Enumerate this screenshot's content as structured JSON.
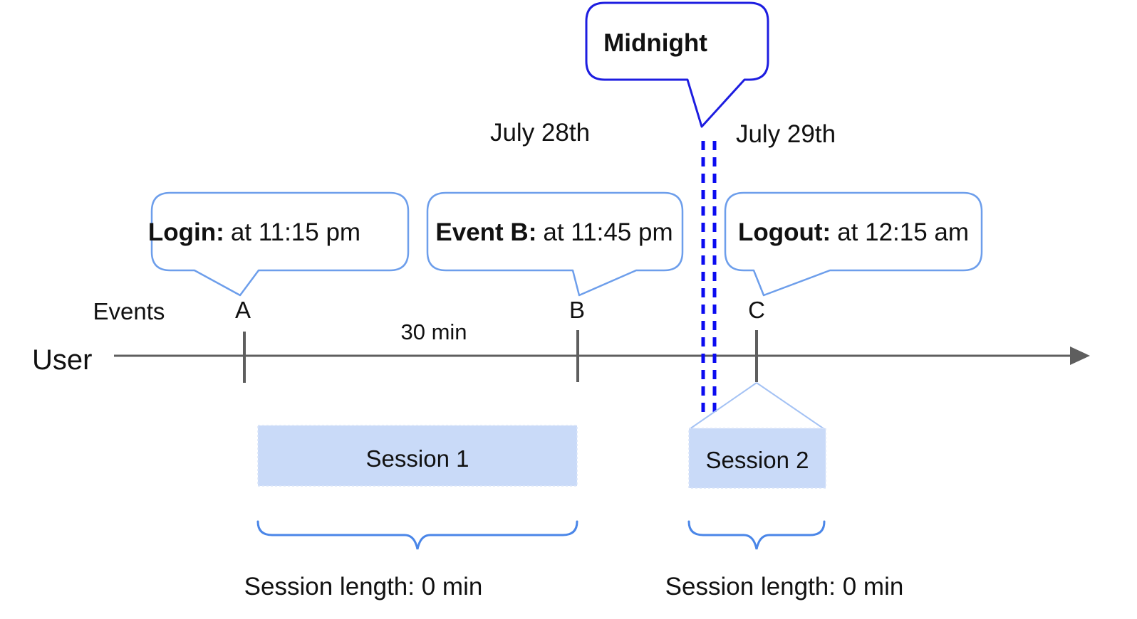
{
  "colors": {
    "midnight_border": "#1d1de0",
    "dashed_line": "#0b0bf0",
    "callout_border": "#6d9eeb",
    "session_fill": "#c9daf8",
    "session_edge": "#a4c2f4",
    "brace": "#4a86e8",
    "timeline": "#5e5e5e",
    "text": "#111111"
  },
  "midnight_callout": {
    "text": "Midnight"
  },
  "date_labels": {
    "before": "July 28th",
    "after": "July 29th"
  },
  "event_callouts": [
    {
      "label": "Login:",
      "time": "at 11:15 pm"
    },
    {
      "label": "Event B:",
      "time": "at 11:45 pm"
    },
    {
      "label": "Logout:",
      "time": "at 12:15 am"
    }
  ],
  "timeline": {
    "row_label": "User",
    "events_label": "Events",
    "markers": [
      "A",
      "B",
      "C"
    ],
    "interval_label": "30 min"
  },
  "sessions": [
    {
      "name": "Session 1",
      "length": "Session length: 0 min"
    },
    {
      "name": "Session 2",
      "length": "Session length: 0 min"
    }
  ]
}
